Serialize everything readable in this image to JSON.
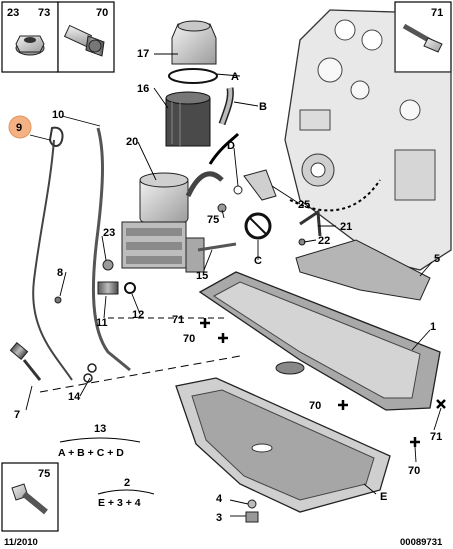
{
  "header": {
    "box_left": {
      "labels": [
        "23",
        "73"
      ]
    },
    "box_mid": {
      "label": "70"
    },
    "box_right": {
      "label": "71"
    }
  },
  "callouts": {
    "l9": "9",
    "l10": "10",
    "l17": "17",
    "l16": "16",
    "lA": "A",
    "lB": "B",
    "l20": "20",
    "lD": "D",
    "l75": "75",
    "l25": "25",
    "l21": "21",
    "l22": "22",
    "l23": "23",
    "l8": "8",
    "l15": "15",
    "lC": "C",
    "l11": "11",
    "l12": "12",
    "l5": "5",
    "l71a": "71",
    "l70a": "70",
    "l1": "1",
    "l7": "7",
    "l14": "14",
    "l70b": "70",
    "l71b": "71",
    "l70c": "70",
    "l4": "4",
    "l3": "3",
    "lE": "E"
  },
  "formulas": {
    "f13_num": "13",
    "f13_expr": "A + B + C + D",
    "f2_num": "2",
    "f2_expr": "E + 3 + 4"
  },
  "inset_bottom": {
    "label": "75"
  },
  "footer": {
    "date": "11/2010",
    "ref": "00089731"
  },
  "colors": {
    "highlight_circle": "#f4b183",
    "line": "#000000",
    "part_fill": "#d9d9d9"
  }
}
